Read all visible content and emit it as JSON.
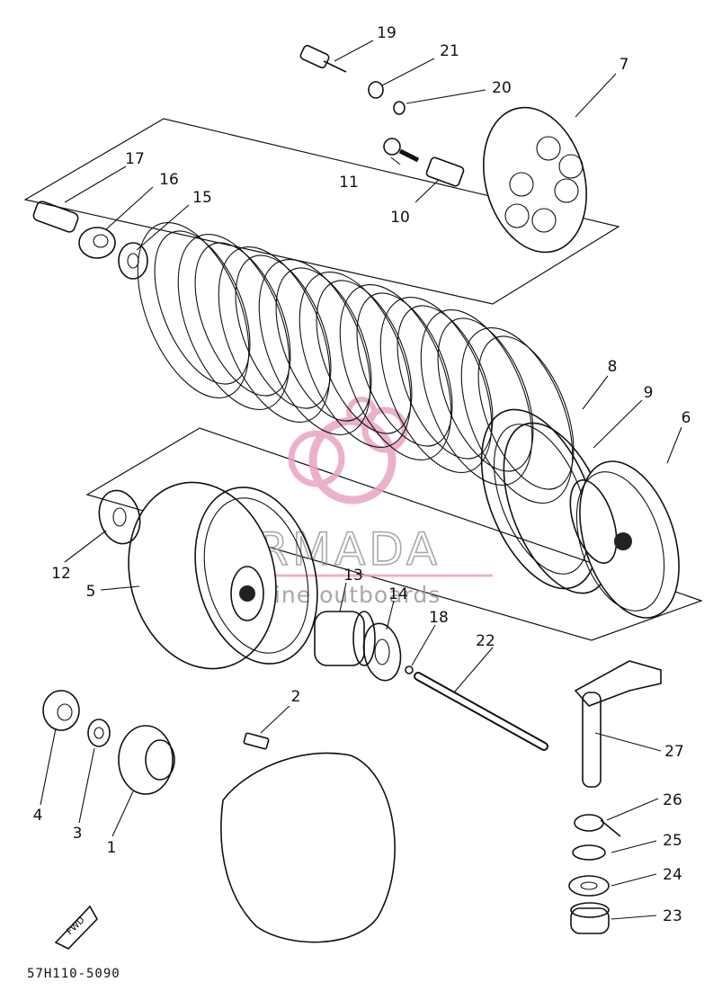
{
  "diagram": {
    "reference_code": "57H110-5090",
    "fwd_label": "FWD",
    "watermark": {
      "title": "ARMADA",
      "subtitle": "marine outboards",
      "accent_color": "#e8a4c4"
    },
    "callouts": [
      "1",
      "2",
      "3",
      "4",
      "5",
      "6",
      "7",
      "8",
      "9",
      "10",
      "11",
      "12",
      "13",
      "14",
      "15",
      "16",
      "17",
      "18",
      "19",
      "20",
      "21",
      "22",
      "23",
      "24",
      "25",
      "26",
      "27"
    ]
  }
}
